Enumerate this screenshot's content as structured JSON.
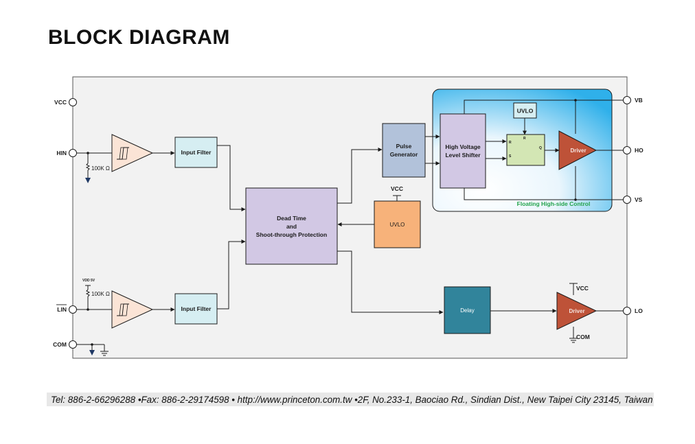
{
  "title": "BLOCK DIAGRAM",
  "pins": {
    "vcc": "VCC",
    "hin": "HIN",
    "lin": "LIN",
    "com": "COM",
    "vb": "VB",
    "ho": "HO",
    "vs": "VS",
    "lo": "LO"
  },
  "blocks": {
    "input_filter_high": "Input Filter",
    "input_filter_low": "Input Filter",
    "dead_time_line1": "Dead Time",
    "dead_time_line2": "and",
    "dead_time_line3": "Shoot-through Protection",
    "pulse_gen_line1": "Pulse",
    "pulse_gen_line2": "Generator",
    "hv_shifter_line1": "High Voltage",
    "hv_shifter_line2": "Level Shifter",
    "uvlo_main": "UVLO",
    "uvlo_high": "UVLO",
    "driver_high": "Driver",
    "driver_low": "Driver",
    "delay": "Delay"
  },
  "latch": {
    "r_top": "R",
    "r": "R",
    "s": "S",
    "q": "Q"
  },
  "labels": {
    "vcc_uvlo": "VCC",
    "driver_vcc": "VCC",
    "driver_com": "COM",
    "resistor_high": "100K Ω",
    "resistor_low": "100K Ω",
    "vdd_5v": "VDD 5V",
    "floating_region": "Floating High-side Control"
  },
  "colors": {
    "input_filter": "#d6eef2",
    "dead_time": "#d2c8e4",
    "pulse_gen": "#b2c2da",
    "hv_shifter": "#d2c8e4",
    "uvlo_main": "#f7b27a",
    "uvlo_high": "#d6eef2",
    "latch": "#d3e6b4",
    "driver": "#be5238",
    "delay": "#31849b",
    "comparator": "#fbe4d6",
    "floating_region_text": "#22a34a",
    "ground": "#1f3864"
  },
  "footer": "Tel: 886-2-66296288 •Fax: 886-2-29174598 • http://www.princeton.com.tw •2F, No.233-1, Baociao Rd., Sindian Dist.,  New Taipei City 23145, Taiwan"
}
